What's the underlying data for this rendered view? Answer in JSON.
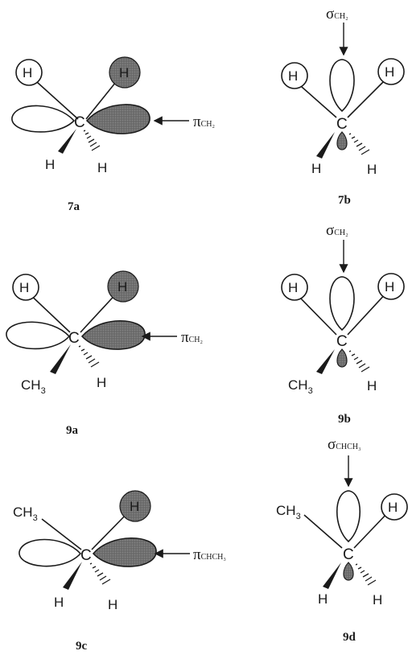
{
  "panels": [
    {
      "id": "7a",
      "caption": "7a",
      "orbital_label": {
        "symbol": "π",
        "subscript": "CH2"
      },
      "substituents": {
        "upper_left": "H",
        "upper_right": "H",
        "lower_left": "H",
        "lower_right": "H"
      },
      "center": "C"
    },
    {
      "id": "7b",
      "caption": "7b",
      "orbital_label": {
        "symbol": "σ",
        "subscript": "CH2"
      },
      "substituents": {
        "upper_left": "H",
        "upper_right": "H",
        "lower_left": "H",
        "lower_right": "H"
      },
      "center": "C"
    },
    {
      "id": "9a",
      "caption": "9a",
      "orbital_label": {
        "symbol": "π",
        "subscript": "CH2"
      },
      "substituents": {
        "upper_left": "H",
        "upper_right": "H",
        "lower_left": "CH3",
        "lower_right": "H"
      },
      "center": "C"
    },
    {
      "id": "9b",
      "caption": "9b",
      "orbital_label": {
        "symbol": "σ",
        "subscript": "CH2"
      },
      "substituents": {
        "upper_left": "H",
        "upper_right": "H",
        "lower_left": "CH3",
        "lower_right": "H"
      },
      "center": "C"
    },
    {
      "id": "9c",
      "caption": "9c",
      "orbital_label": {
        "symbol": "π",
        "subscript": "CHCH3"
      },
      "substituents": {
        "upper_left": "CH3",
        "upper_right": "H",
        "lower_left": "H",
        "lower_right": "H"
      },
      "center": "C"
    },
    {
      "id": "9d",
      "caption": "9d",
      "orbital_label": {
        "symbol": "σ",
        "subscript": "CHCH3"
      },
      "substituents": {
        "upper_left": "CH3",
        "upper_right": "H",
        "lower_left": "H",
        "lower_right": "H"
      },
      "center": "C"
    }
  ],
  "colors": {
    "ink": "#1a1a1a",
    "shaded": "#6e6e6e",
    "shaded_light": "#8a8a8a"
  }
}
